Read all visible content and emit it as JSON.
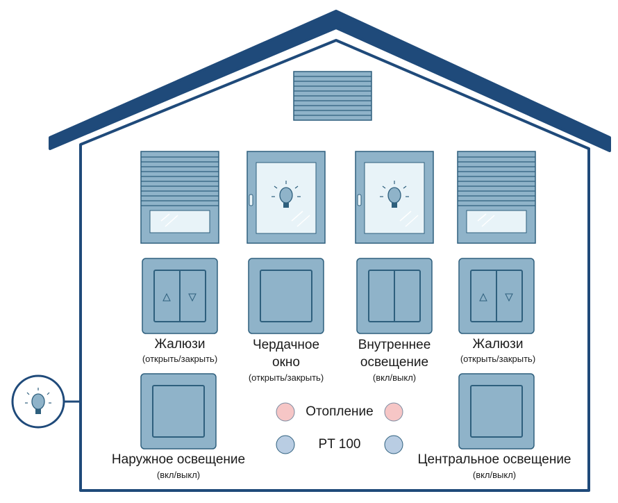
{
  "colors": {
    "roof": "#1f4a7a",
    "wall": "#1f4a7a",
    "device_fill": "#8fb3c9",
    "device_stroke": "#2e5f7d",
    "glass": "#e8f3f8",
    "heating_dot": "#f6c6c6",
    "pt_dot": "#b9cde3"
  },
  "icons": [
    "blind-up-icon",
    "blind-down-icon",
    "bulb-icon",
    "window-handle-icon"
  ],
  "switches": [
    {
      "title": "Жалюзи",
      "subtitle": "(открыть/закрыть)"
    },
    {
      "title_line1": "Чердачное",
      "title_line2": "окно",
      "subtitle": "(открыть/закрыть)"
    },
    {
      "title_line1": "Внутреннее",
      "title_line2": "освещение",
      "subtitle": "(вкл/выкл)"
    },
    {
      "title": "Жалюзи",
      "subtitle": "(открыть/закрыть)"
    }
  ],
  "outdoor": {
    "title": "Наружное освещение",
    "subtitle": "(вкл/выкл)"
  },
  "central": {
    "title": "Центральное освещение",
    "subtitle": "(вкл/выкл)"
  },
  "heating": {
    "label": "Отопление"
  },
  "pt": {
    "label": "PT 100"
  }
}
